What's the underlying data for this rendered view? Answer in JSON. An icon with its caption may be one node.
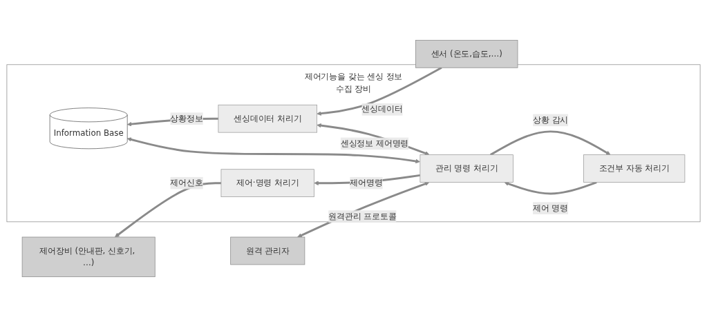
{
  "diagram": {
    "nodes": [
      {
        "text": [
          "제어기능을 갖는 센싱 정보수집 장비"
        ]
      },
      {
        "text": [
          "조건부 자동 처리기"
        ],
        "in": 0
      },
      {
        "text": [
          "제어·명령 처리기"
        ],
        "in": 0
      },
      {
        "text": [
          "관리 명령 처리기"
        ],
        "in": 0
      },
      {
        "text": [
          "센싱데이터 처리기"
        ],
        "in": 0
      },
      {
        "text": [
          "Information Base"
        ],
        "in": 0
      },
      {
        "text": [
          "제어장비 (안내판, 신호기, …)"
        ]
      },
      {
        "text": [
          "센서 (온도,습도,…)"
        ]
      },
      {
        "text": [
          "원격 관리자"
        ]
      }
    ],
    "edges": [
      {
        "from": 3,
        "to": 1,
        "arrow": "to",
        "label": "상황 감시"
      },
      {
        "from": 1,
        "to": 3,
        "arrow": "to",
        "label": "제어 명령"
      },
      {
        "from": 3,
        "to": 2,
        "arrow": "to",
        "label": "제어명령"
      },
      {
        "from": 2,
        "to": 6,
        "arrow": "to",
        "label": "제어신호"
      },
      {
        "from": 3,
        "to": 8,
        "arrow": "both",
        "label": "원격관리 프로토콜"
      },
      {
        "from": 3,
        "to": 4,
        "arrow": "both",
        "label": "센싱정보 제어명령"
      },
      {
        "from": 3,
        "to": 5,
        "arrow": "both"
      },
      {
        "from": 7,
        "to": 4,
        "arrow": "to",
        "label": "센싱데이터"
      },
      {
        "from": 4,
        "to": 5,
        "arrow": "to",
        "label": "상황정보"
      }
    ]
  }
}
